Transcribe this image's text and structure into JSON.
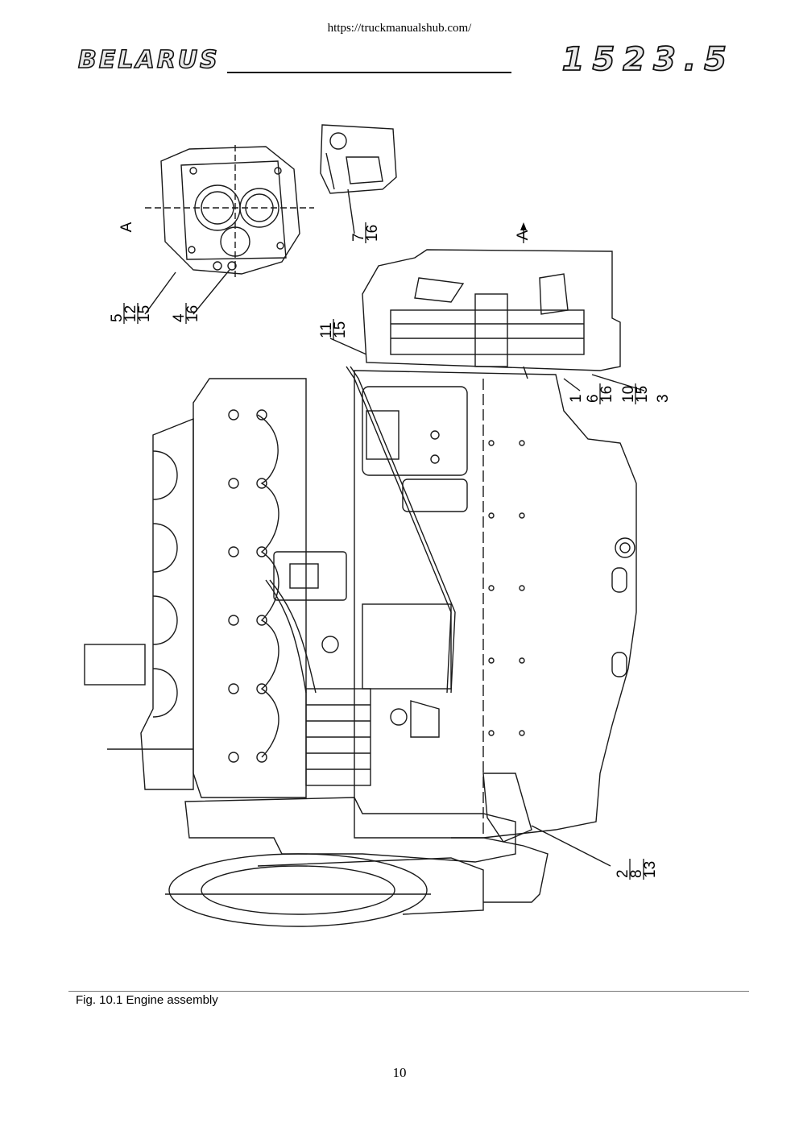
{
  "header": {
    "url": "https://truckmanualshub.com/",
    "brand": "BELARUS",
    "model": "1523.5"
  },
  "drawing": {
    "view_labels": [
      "A",
      "A"
    ],
    "callouts": [
      {
        "lines": [
          "5",
          "12",
          "15"
        ]
      },
      {
        "lines": [
          "4",
          "16"
        ]
      },
      {
        "lines": [
          "7",
          "16"
        ]
      },
      {
        "lines": [
          "11",
          "15"
        ]
      },
      {
        "lines": [
          "1"
        ]
      },
      {
        "lines": [
          "6",
          "16"
        ]
      },
      {
        "lines": [
          "10",
          "15"
        ]
      },
      {
        "lines": [
          "3"
        ]
      },
      {
        "lines": [
          "2",
          "8",
          "13"
        ]
      }
    ]
  },
  "caption": "Fig. 10.1 Engine assembly",
  "page_number": "10"
}
